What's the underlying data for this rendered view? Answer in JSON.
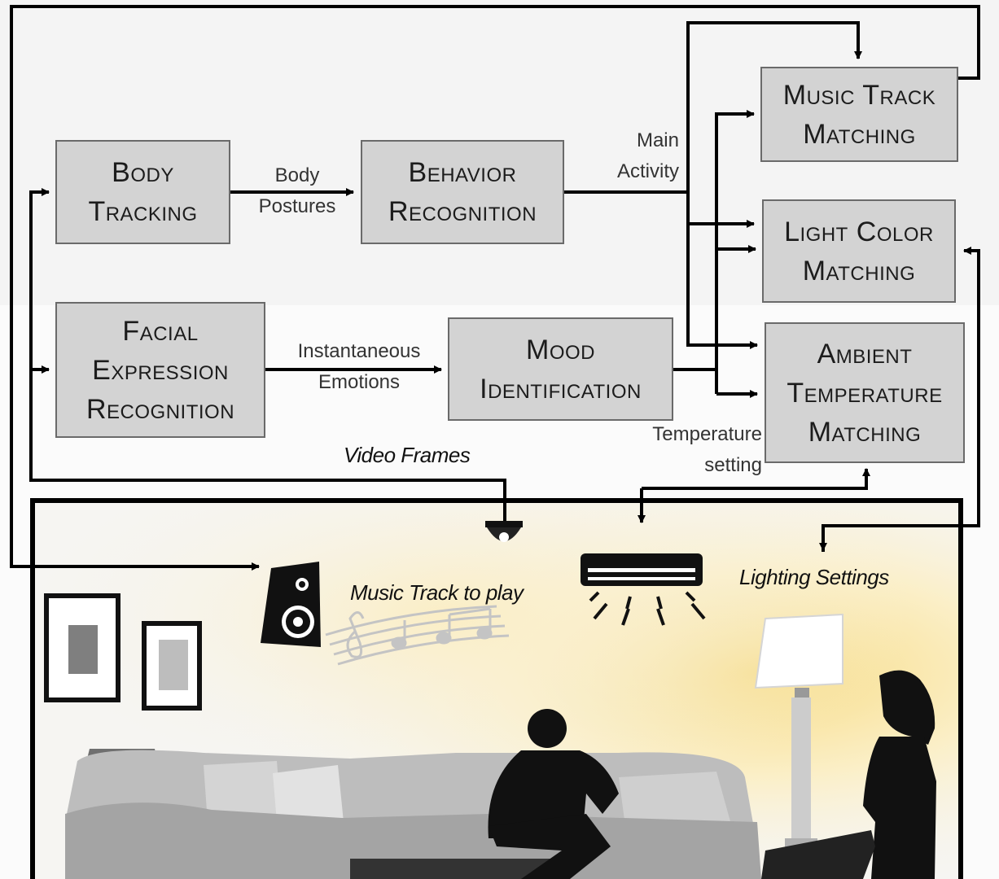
{
  "blocks": {
    "body_tracking": [
      "Body",
      "Tracking"
    ],
    "behavior_recognition": [
      "Behavior",
      "Recognition"
    ],
    "facial_expression_recognition": [
      "Facial",
      "Expression",
      "Recognition"
    ],
    "mood_identification": [
      "Mood",
      "Identification"
    ],
    "music_track_matching": [
      "Music Track",
      "Matching"
    ],
    "light_color_matching": [
      "Light Color",
      "Matching"
    ],
    "ambient_temperature_matching": [
      "Ambient",
      "Temperature",
      "Matching"
    ]
  },
  "edge_labels": {
    "body_postures": [
      "Body",
      "Postures"
    ],
    "main_activity": [
      "Main",
      "Activity"
    ],
    "instantaneous_emotions": [
      "Instantaneous",
      "Emotions"
    ],
    "temperature_setting": [
      "Temperature",
      "setting"
    ]
  },
  "scene_labels": {
    "video_frames": "Video Frames",
    "music_track_to_play": "Music Track to play",
    "lighting_settings": "Lighting Settings"
  },
  "colors": {
    "block_fill": "#d3d3d3",
    "block_border": "#6a6a6a",
    "arrow": "#000000",
    "warm_light": "#f7dc86"
  },
  "icons": [
    "speaker-icon",
    "camera-icon",
    "air-conditioner-icon",
    "music-notes-icon",
    "floor-lamp-icon",
    "table-lamp-icon",
    "picture-frame-icon",
    "sofa-icon",
    "man-silhouette",
    "woman-silhouette"
  ]
}
